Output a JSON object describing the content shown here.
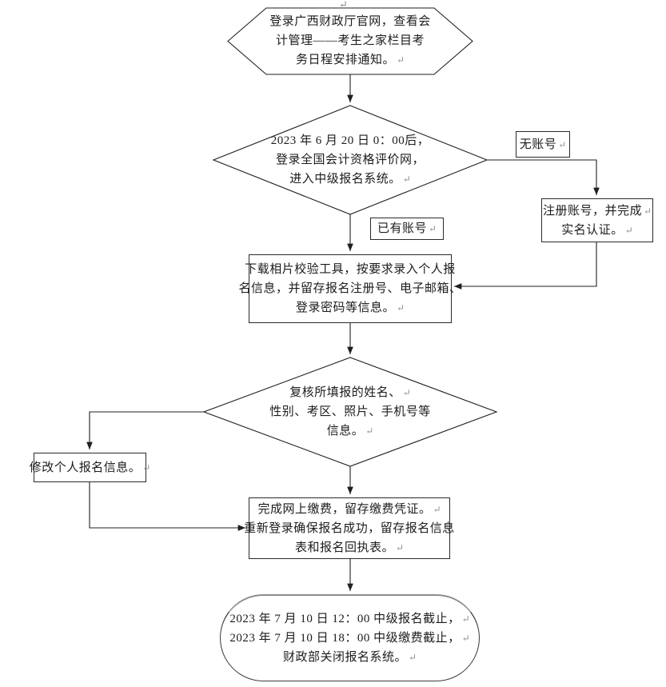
{
  "marks": {
    "return": "↵"
  },
  "colors": {
    "line": "#1f1f1f",
    "border": "#2a2a2a",
    "terminator_top_border": "#8c8c8c",
    "paragraph_mark": "#8f8f8f",
    "background": "#ffffff",
    "text": "#1c1c1c"
  },
  "nodes": {
    "start_hexagon": {
      "lines": [
        "登录广西财政厅官网，查看会",
        "计管理——考生之家栏目考",
        "务日程安排通知。"
      ]
    },
    "decision_login": {
      "lines": [
        "2023 年 6 月 20 日 0：00后，",
        "登录全国会计资格评价网，",
        "进入中级报名系统。"
      ]
    },
    "label_no_account": {
      "text": "无账号"
    },
    "register_box": {
      "lines": [
        "注册账号，并完成",
        "实名认证。"
      ]
    },
    "label_has_account": {
      "text": "已有账号"
    },
    "download_box": {
      "lines": [
        "下载相片校验工具，按要求录入个人报",
        "名信息，并留存报名注册号、电子邮箱、",
        "登录密码等信息。"
      ]
    },
    "decision_review": {
      "lines": [
        "复核所填报的姓名、",
        "性别、考区、照片、手机号等",
        "信息。"
      ]
    },
    "modify_box": {
      "text": "修改个人报名信息。"
    },
    "payment_box": {
      "lines": [
        "完成网上缴费，留存缴费凭证。",
        "重新登录确保报名成功，留存报名信息",
        "表和报名回执表。"
      ]
    },
    "end_terminator": {
      "lines": [
        "2023 年 7 月 10 日 12：00 中级报名截止，",
        "2023 年 7 月 10 日 18：00 中级缴费截止，",
        "财政部关闭报名系统。"
      ]
    }
  }
}
